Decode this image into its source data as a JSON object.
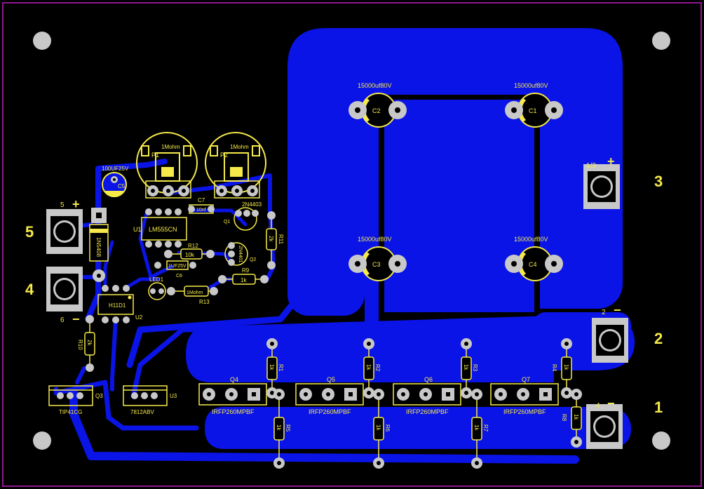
{
  "board": {
    "copper_color": "#0a14e6",
    "pad_color": "#c8c8c8",
    "silk_color": "#f5ea4a",
    "outline_color": "#c020c0",
    "background_color": "#000000"
  },
  "connectors": {
    "c1": {
      "label": "1",
      "pin": "4",
      "sign": "−"
    },
    "c2": {
      "label": "2",
      "pin": "2",
      "sign": "−"
    },
    "c3": {
      "label": "3",
      "pin": "1/3",
      "sign": "+"
    },
    "c4": {
      "label": "4",
      "pin": "6",
      "sign": "−"
    },
    "c5": {
      "label": "5",
      "pin": "5",
      "sign": "+"
    }
  },
  "caps": {
    "c1": {
      "ref": "C1",
      "value": "15000uf80V"
    },
    "c2": {
      "ref": "C2",
      "value": "15000uf80V"
    },
    "c3": {
      "ref": "C3",
      "value": "15000uf80V"
    },
    "c4": {
      "ref": "C4",
      "value": "15000uf80V"
    },
    "c5": {
      "ref": "C5",
      "value": "100UF25V"
    },
    "c6": {
      "ref": "C6",
      "value": "1UF25V"
    },
    "c7": {
      "ref": "C7",
      "value": "10nf"
    }
  },
  "pots": {
    "p1": {
      "ref": "P1",
      "value": "1Mohm"
    },
    "p2": {
      "ref": "P2",
      "value": "1Mohm"
    }
  },
  "ics": {
    "u1": {
      "ref": "U1",
      "part": "LM555CN"
    },
    "u2": {
      "ref": "U2",
      "part": "H11D1"
    },
    "u3": {
      "ref": "U3",
      "part": "7812ABV"
    }
  },
  "transistors": {
    "q1": {
      "ref": "Q1",
      "part": "2N4403"
    },
    "q2": {
      "ref": "Q2",
      "part": "2N4401"
    },
    "q3": {
      "ref": "Q3",
      "part": "TIP41CG"
    }
  },
  "mosfets": {
    "q4": {
      "ref": "Q4",
      "part": "IRFP260MPBF"
    },
    "q5": {
      "ref": "Q5",
      "part": "IRFP260MPBF"
    },
    "q6": {
      "ref": "Q6",
      "part": "IRFP260MPBF"
    },
    "q7": {
      "ref": "Q7",
      "part": "IRFP260MPBF"
    }
  },
  "resistors": {
    "r1": {
      "ref": "R1",
      "value": "1k"
    },
    "r2": {
      "ref": "R2",
      "value": "1k"
    },
    "r3": {
      "ref": "R3",
      "value": "1k"
    },
    "r4": {
      "ref": "R4",
      "value": "1k"
    },
    "r5": {
      "ref": "R5",
      "value": "1k"
    },
    "r6": {
      "ref": "R6",
      "value": "1k"
    },
    "r7": {
      "ref": "R7",
      "value": "1k"
    },
    "r8": {
      "ref": "R8",
      "value": "1k"
    },
    "r9": {
      "ref": "R9",
      "value": "1k"
    },
    "r10": {
      "ref": "R10",
      "value": "2k"
    },
    "r11": {
      "ref": "R11",
      "value": "2k"
    },
    "r12": {
      "ref": "R12",
      "value": "10k"
    },
    "r13": {
      "ref": "R13",
      "value": "1Mohm"
    }
  },
  "diode": {
    "part": "1N5408"
  },
  "led": {
    "ref": "LED1"
  }
}
